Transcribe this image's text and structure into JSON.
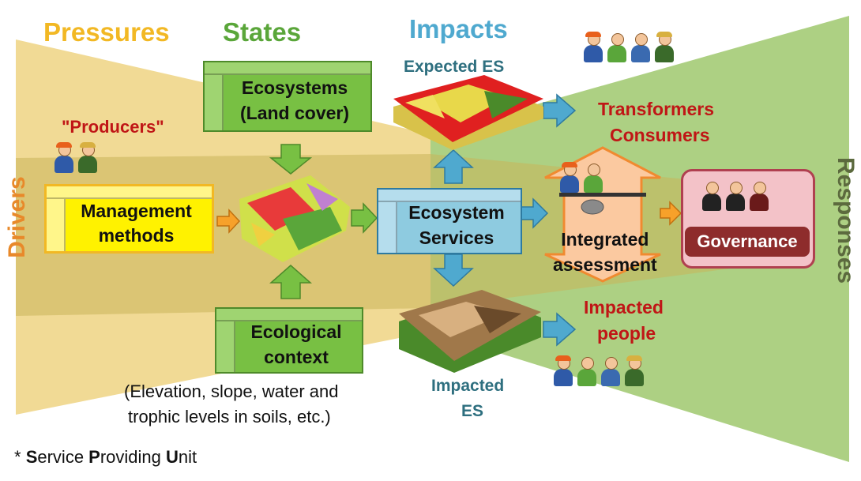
{
  "headers": {
    "pressures": "Pressures",
    "states": "States",
    "impacts": "Impacts",
    "drivers": "Drivers",
    "responses": "Responses"
  },
  "labels": {
    "producers": "\"Producers\"",
    "expected_es": "Expected ES",
    "transformers": "Transformers",
    "consumers": "Consumers",
    "impacted_people_1": "Impacted",
    "impacted_people_2": "people",
    "impacted_es_1": "Impacted",
    "impacted_es_2": "ES",
    "context_note_1": "(Elevation, slope, water and",
    "context_note_2": "trophic levels in soils, etc.)",
    "footnote_star": "* ",
    "footnote_s": "S",
    "footnote_ervice": "ervice ",
    "footnote_p": "P",
    "footnote_roviding": "roviding ",
    "footnote_u": "U",
    "footnote_nit": "nit"
  },
  "boxes": {
    "management_1": "Management",
    "management_2": "methods",
    "ecosystems_1": "Ecosystems",
    "ecosystems_2": "(Land cover)",
    "ecological_1": "Ecological",
    "ecological_2": "context",
    "services_1": "Ecosystem",
    "services_2": "Services",
    "assessment_1": "Integrated",
    "assessment_2": "assessment",
    "governance": "Governance"
  },
  "colors": {
    "pressures": "#f2b824",
    "states": "#5aa63a",
    "impacts": "#4fa9cf",
    "drivers": "#e8892a",
    "responses": "#5c6a3e",
    "red_text": "#c01616",
    "teal_text": "#2e6f7f",
    "yellow_wedge": "#efd68a",
    "olive_wedge": "#c9b45a",
    "green_wedge": "#a9cd7c",
    "box_green": "#78c043",
    "box_yellow": "#fff200",
    "box_blue": "#8ecbe0",
    "box_orange": "#fbc9a0",
    "box_pink": "#f3c2c8",
    "governance": "#8e2c2c"
  }
}
